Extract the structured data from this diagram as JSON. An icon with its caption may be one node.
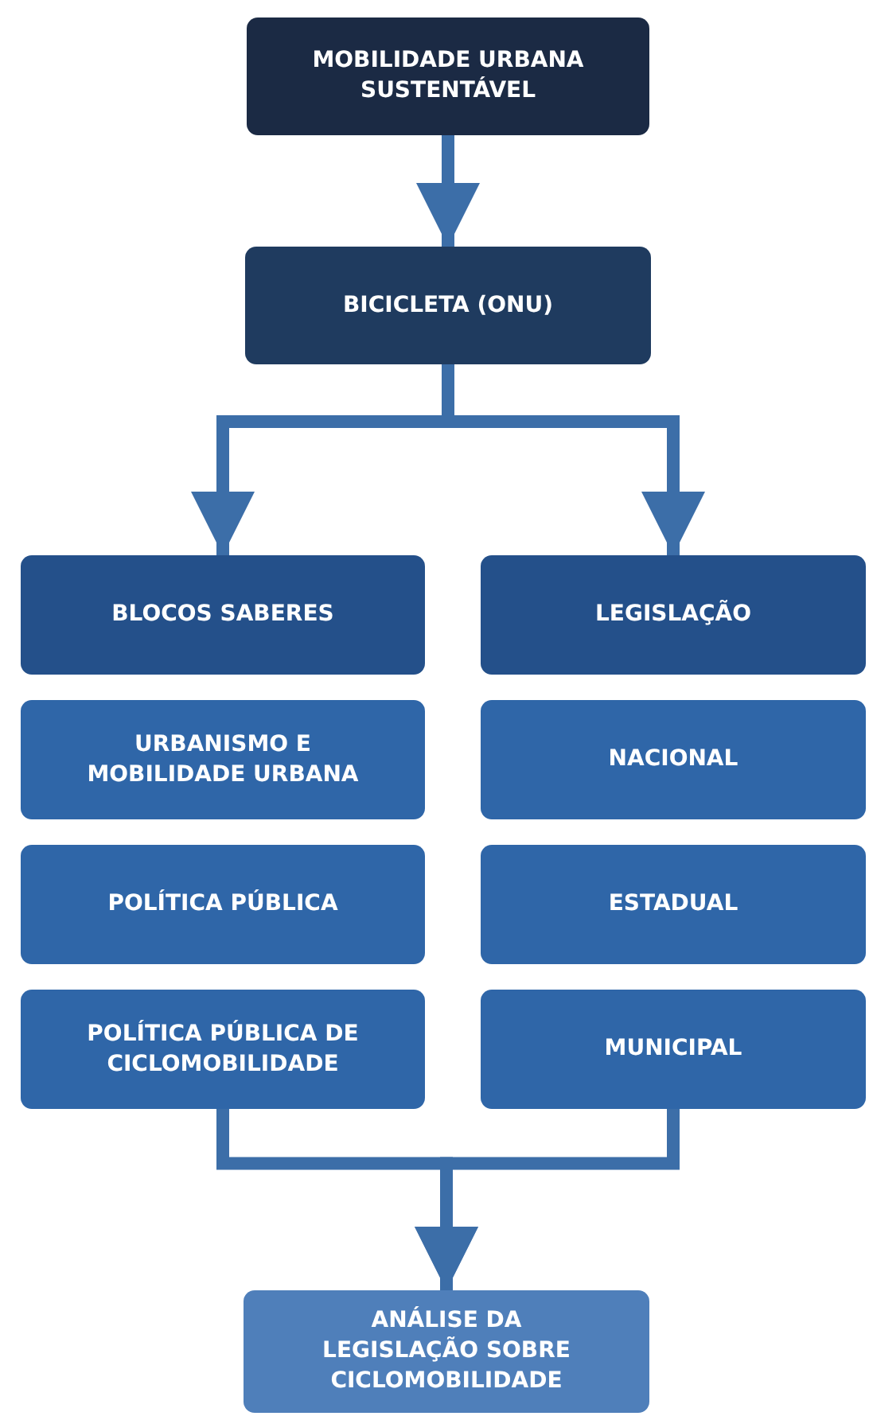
{
  "diagram": {
    "nodes": [
      {
        "text": [
          "MOBILIDADE URBANA SUSTENTÁVEL"
        ]
      },
      {
        "text": [
          "BICICLETA (ONU)"
        ]
      },
      {
        "text": [
          "BLOCOS SABERES"
        ]
      },
      {
        "text": [
          "URBANISMO E MOBILIDADE URBANA"
        ]
      },
      {
        "text": [
          "POLÍTICA PÚBLICA"
        ]
      },
      {
        "text": [
          "POLÍTICA PÚBLICA DE CICLOMOBILIDADE"
        ]
      },
      {
        "text": [
          "LEGISLAÇÃO"
        ]
      },
      {
        "text": [
          "NACIONAL"
        ]
      },
      {
        "text": [
          "ESTADUAL"
        ]
      },
      {
        "text": [
          "MUNICIPAL"
        ]
      },
      {
        "text": [
          "ANÁLISE DA LEGISLAÇÃO SOBRE CICLOMOBILIDADE"
        ]
      }
    ],
    "edges": [
      {
        "from": 0,
        "to": 1,
        "arrow": "to"
      },
      {
        "from": 1,
        "to": 2,
        "arrow": "to"
      },
      {
        "from": 1,
        "to": 6,
        "arrow": "to"
      },
      {
        "from": 5,
        "to": 10,
        "arrow": "to"
      },
      {
        "from": 9,
        "to": 10,
        "arrow": "to"
      }
    ]
  }
}
